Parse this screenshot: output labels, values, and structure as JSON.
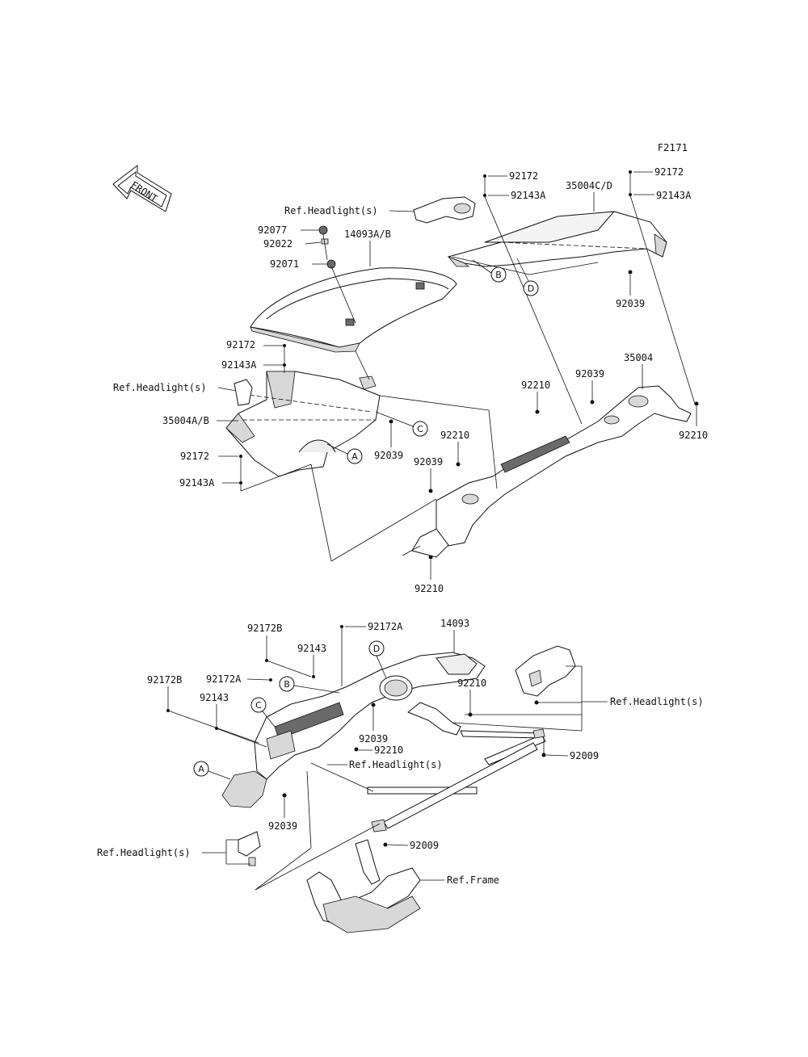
{
  "figure_code": "F2171",
  "front_label": "FRONT",
  "upper": {
    "labels": [
      {
        "id": "u1",
        "text": "92172"
      },
      {
        "id": "u2",
        "text": "92143A"
      },
      {
        "id": "u3",
        "text": "35004C/D"
      },
      {
        "id": "u4",
        "text": "92172"
      },
      {
        "id": "u5",
        "text": "92143A"
      },
      {
        "id": "u6",
        "text": "Ref.Headlight(s)"
      },
      {
        "id": "u7",
        "text": "92077"
      },
      {
        "id": "u8",
        "text": "92022"
      },
      {
        "id": "u9",
        "text": "14093A/B"
      },
      {
        "id": "u10",
        "text": "92071"
      },
      {
        "id": "u11",
        "text": "92039"
      },
      {
        "id": "u12",
        "text": "92172"
      },
      {
        "id": "u13",
        "text": "92143A"
      },
      {
        "id": "u14",
        "text": "Ref.Headlight(s)"
      },
      {
        "id": "u15",
        "text": "35004"
      },
      {
        "id": "u16",
        "text": "92039"
      },
      {
        "id": "u17",
        "text": "92210"
      },
      {
        "id": "u18",
        "text": "35004A/B"
      },
      {
        "id": "u19",
        "text": "92039"
      },
      {
        "id": "u20",
        "text": "92210"
      },
      {
        "id": "u21",
        "text": "92210"
      },
      {
        "id": "u22",
        "text": "92172"
      },
      {
        "id": "u23",
        "text": "92039"
      },
      {
        "id": "u24",
        "text": "92143A"
      },
      {
        "id": "u25",
        "text": "92210"
      }
    ],
    "callouts": [
      {
        "id": "cB",
        "text": "B"
      },
      {
        "id": "cD",
        "text": "D"
      },
      {
        "id": "cC",
        "text": "C"
      },
      {
        "id": "cA",
        "text": "A"
      }
    ]
  },
  "lower": {
    "labels": [
      {
        "id": "l1",
        "text": "92172B"
      },
      {
        "id": "l2",
        "text": "92172A"
      },
      {
        "id": "l3",
        "text": "14093"
      },
      {
        "id": "l4",
        "text": "92143"
      },
      {
        "id": "l5",
        "text": "92172B"
      },
      {
        "id": "l6",
        "text": "92172A"
      },
      {
        "id": "l7",
        "text": "92143"
      },
      {
        "id": "l8",
        "text": "92210"
      },
      {
        "id": "l9",
        "text": "Ref.Headlight(s)"
      },
      {
        "id": "l10",
        "text": "92039"
      },
      {
        "id": "l11",
        "text": "92210"
      },
      {
        "id": "l12",
        "text": "Ref.Headlight(s)"
      },
      {
        "id": "l13",
        "text": "92009"
      },
      {
        "id": "l14",
        "text": "92039"
      },
      {
        "id": "l15",
        "text": "Ref.Headlight(s)"
      },
      {
        "id": "l16",
        "text": "92009"
      },
      {
        "id": "l17",
        "text": "Ref.Frame"
      }
    ],
    "callouts": [
      {
        "id": "cD2",
        "text": "D"
      },
      {
        "id": "cB2",
        "text": "B"
      },
      {
        "id": "cC2",
        "text": "C"
      },
      {
        "id": "cA2",
        "text": "A"
      }
    ]
  }
}
